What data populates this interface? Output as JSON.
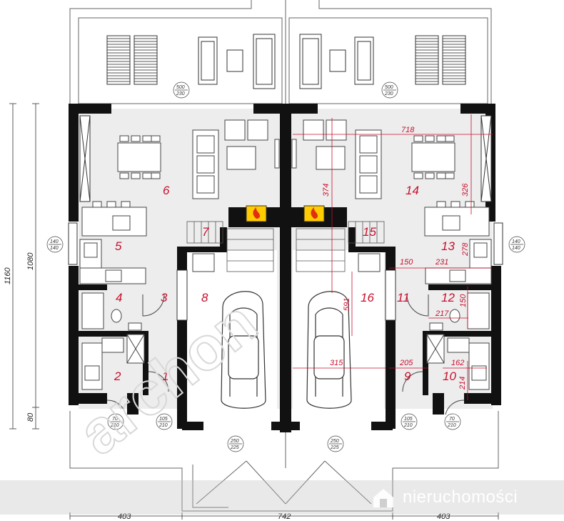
{
  "rooms": [
    {
      "id": "1"
    },
    {
      "id": "2"
    },
    {
      "id": "3"
    },
    {
      "id": "4"
    },
    {
      "id": "5"
    },
    {
      "id": "6"
    },
    {
      "id": "7"
    },
    {
      "id": "8"
    },
    {
      "id": "9"
    },
    {
      "id": "10"
    },
    {
      "id": "11"
    },
    {
      "id": "12"
    },
    {
      "id": "13"
    },
    {
      "id": "14"
    },
    {
      "id": "15"
    },
    {
      "id": "16"
    }
  ],
  "interior_dimensions": {
    "d718": "718",
    "d374": "374",
    "d326": "326",
    "d278": "278",
    "d150a": "150",
    "d231": "231",
    "d150b": "150",
    "d217": "217",
    "d591": "591",
    "d315": "315",
    "d205": "205",
    "d162": "162",
    "d214": "214"
  },
  "exterior_dimensions": {
    "d1160": "1160",
    "d1080": "1080",
    "d80": "80",
    "d403_left": "403",
    "d742": "742",
    "d403_right": "403"
  },
  "openings": {
    "t500_left": [
      "500",
      "230"
    ],
    "t500_right": [
      "500",
      "230"
    ],
    "t140_left": [
      "140",
      "140"
    ],
    "t140_right": [
      "140",
      "140"
    ],
    "t70_left": [
      "70",
      "210"
    ],
    "t105_left": [
      "105",
      "210"
    ],
    "t250_left": [
      "250",
      "225"
    ],
    "t250_right": [
      "250",
      "225"
    ],
    "t105_right": [
      "105",
      "210"
    ],
    "t70_right": [
      "70",
      "210"
    ]
  },
  "watermark": {
    "text": "archon"
  },
  "brand": {
    "name": "nieruchomości",
    "icon": "house-logo-icon"
  },
  "colors": {
    "room_number": "#c8102e",
    "wall": "#111111",
    "floor": "#ededed",
    "fireplace": "#ffcc00"
  }
}
